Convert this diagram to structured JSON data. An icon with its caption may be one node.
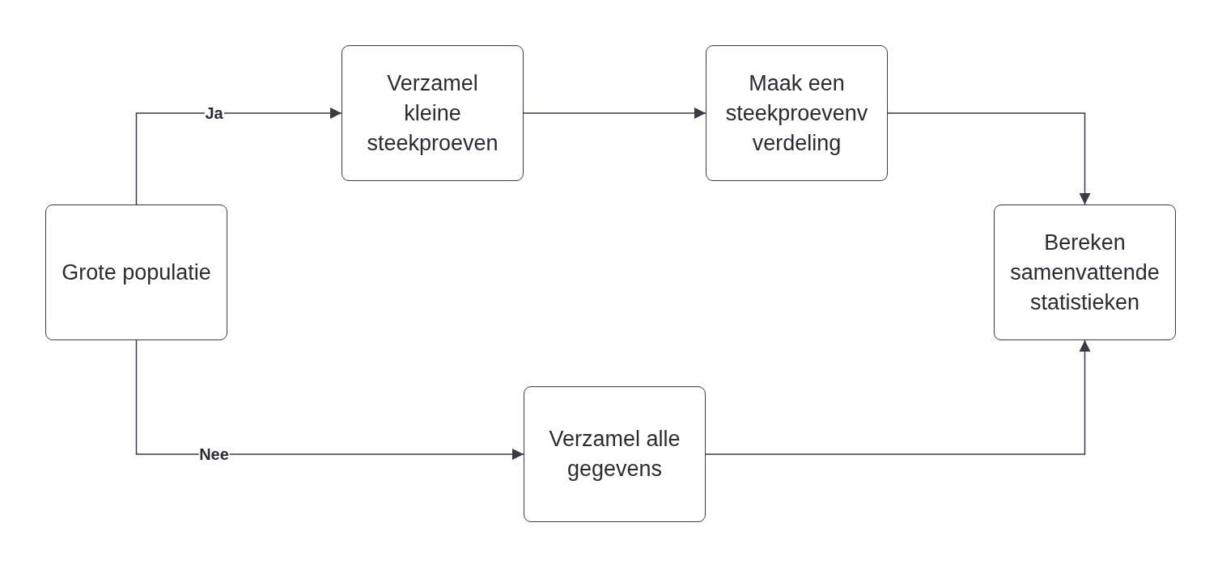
{
  "diagram": {
    "nodes": [
      {
        "text": [
          "Grote populatie"
        ]
      },
      {
        "text": [
          "Verzamel kleine steekproeven"
        ]
      },
      {
        "text": [
          "Maak een steekproevenv verdeling"
        ]
      },
      {
        "text": [
          "Bereken samenvattende statistieken"
        ]
      },
      {
        "text": [
          "Verzamel alle gegevens"
        ]
      }
    ],
    "edges": [
      {
        "from": 0,
        "to": 1,
        "arrow": "to",
        "label": "Ja"
      },
      {
        "from": 1,
        "to": 2,
        "arrow": "to"
      },
      {
        "from": 2,
        "to": 3,
        "arrow": "to"
      },
      {
        "from": 0,
        "to": 4,
        "arrow": "to",
        "label": "Nee"
      },
      {
        "from": 4,
        "to": 3,
        "arrow": "to"
      }
    ]
  }
}
